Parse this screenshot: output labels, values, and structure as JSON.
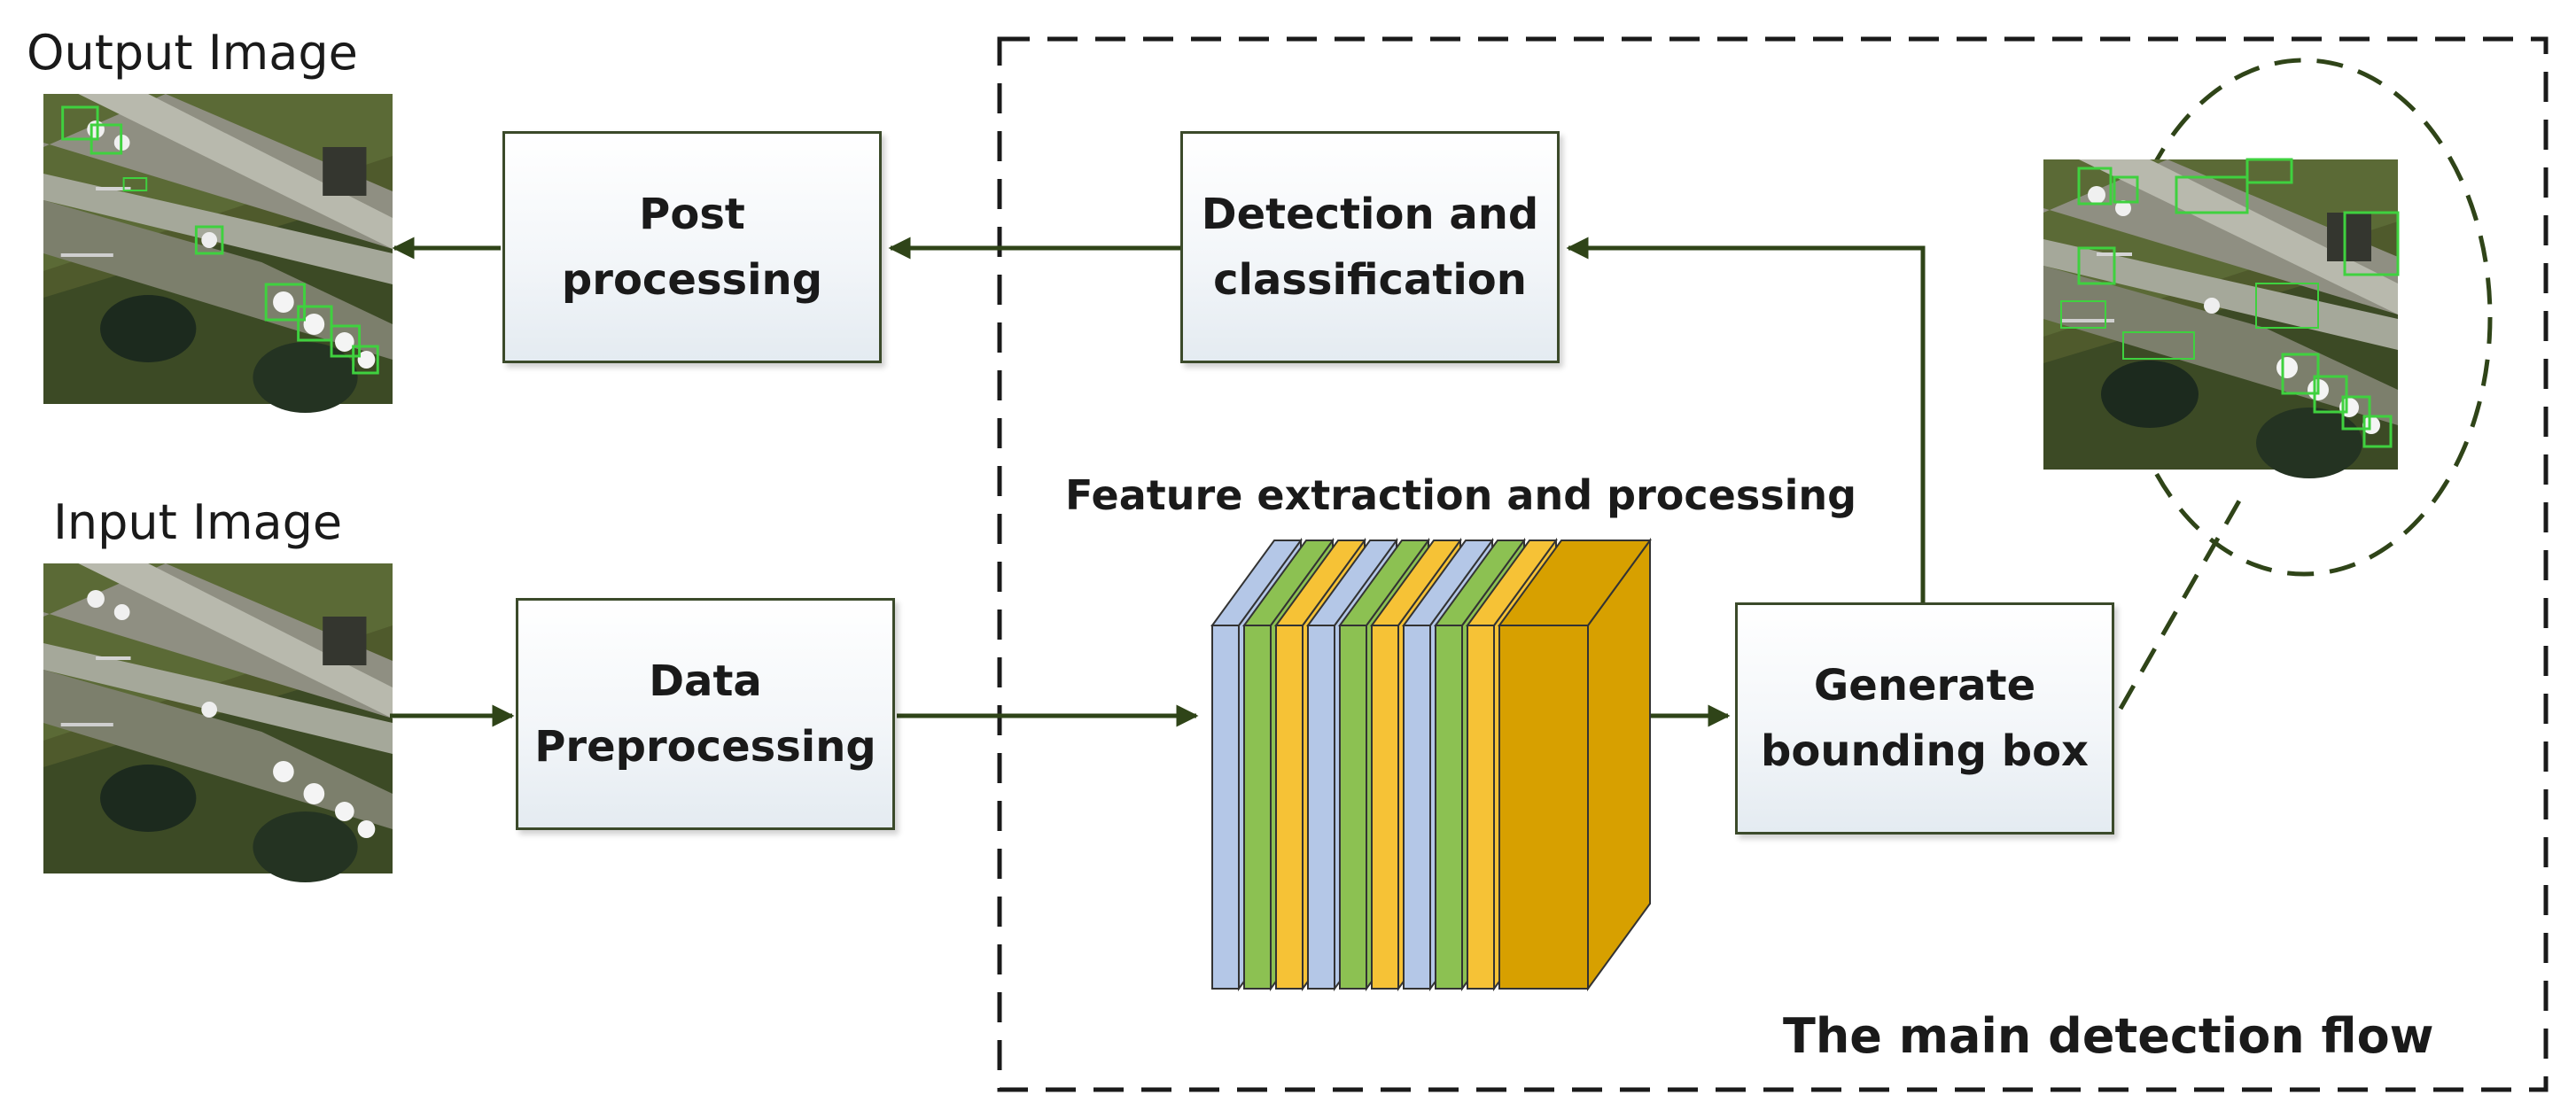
{
  "labels": {
    "output_image": "Output Image",
    "input_image": "Input Image",
    "post_processing": "Post\nprocessing",
    "detection_classification": "Detection and\nclassification",
    "data_preprocessing": "Data\nPreprocessing",
    "generate_bounding_box": "Generate\nbounding box",
    "feature_extraction": "Feature extraction and processing",
    "main_flow": "The main detection flow"
  },
  "colors": {
    "line": "#2f4418",
    "box_border": "#3b4a2a",
    "layer_blue": "#b4c7e7",
    "layer_green": "#8cc152",
    "layer_yellow": "#f6c236",
    "layer_gold": "#d7a000",
    "detect_green": "#3fd13f"
  },
  "icons": {
    "satellite": "aerial-airfield-icon",
    "arrow": "arrow-head"
  }
}
